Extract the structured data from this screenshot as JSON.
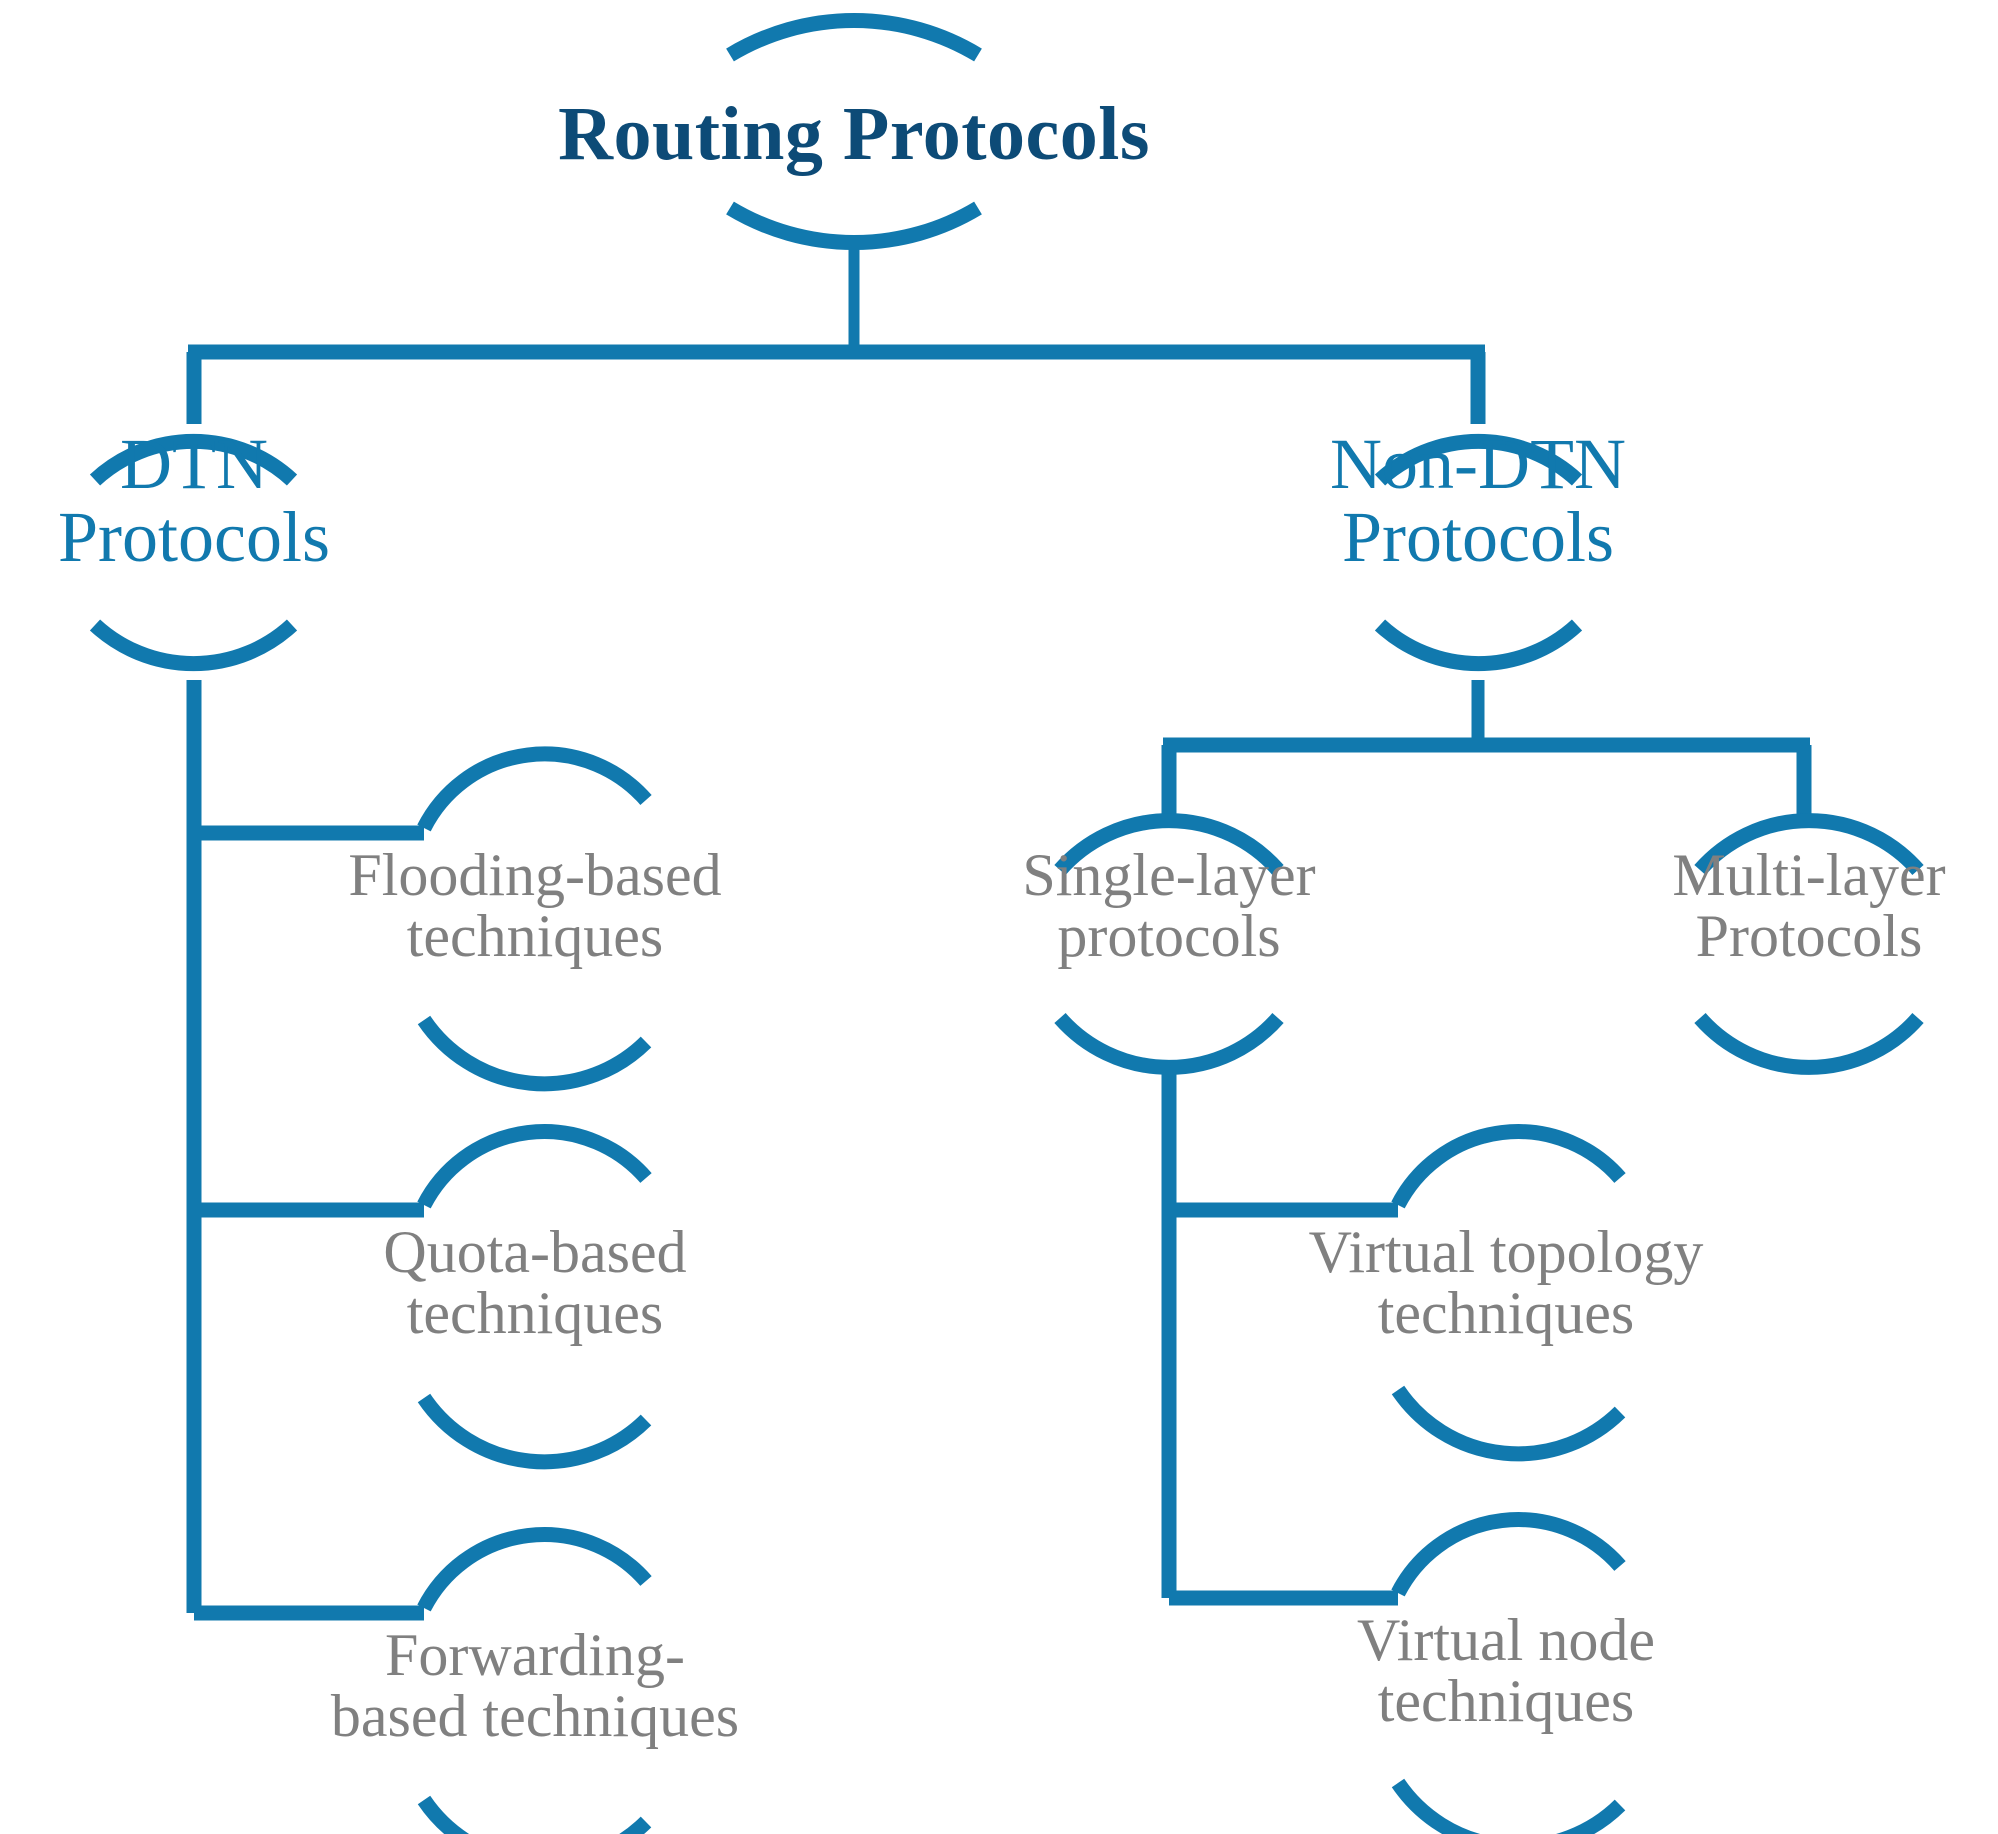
{
  "diagram": {
    "type": "tree-taxonomy",
    "title": "Routing Protocols",
    "colors": {
      "root_text": "#0d4b77",
      "level1_text": "#1179ae",
      "leaf_text": "#808080",
      "connector": "#1179ae",
      "arc": "#1179ae",
      "background": "#ffffff"
    },
    "root": {
      "label": "Routing Protocols",
      "line1": "Routing Protocols"
    },
    "branches": [
      {
        "id": "dtn",
        "label": "DTN\nProtocols",
        "line1": "DTN",
        "line2": "Protocols",
        "children": [
          {
            "id": "flooding",
            "label": "Flooding-based\ntechniques",
            "line1": "Flooding-based",
            "line2": "techniques"
          },
          {
            "id": "quota",
            "label": "Quota-based\ntechniques",
            "line1": "Quota-based",
            "line2": "techniques"
          },
          {
            "id": "forwarding",
            "label": "Forwarding-\nbased techniques",
            "line1": "Forwarding-",
            "line2": "based techniques"
          }
        ]
      },
      {
        "id": "non-dtn",
        "label": "Non-DTN\nProtocols",
        "line1": "Non-DTN",
        "line2": "Protocols",
        "children": [
          {
            "id": "single-layer",
            "label": "Single-layer\nprotocols",
            "line1": "Single-layer",
            "line2": "protocols",
            "children": [
              {
                "id": "virtual-topology",
                "label": "Virtual topology\ntechniques",
                "line1": "Virtual topology",
                "line2": "techniques"
              },
              {
                "id": "virtual-node",
                "label": "Virtual node\ntechniques",
                "line1": "Virtual node",
                "line2": "techniques"
              }
            ]
          },
          {
            "id": "multi-layer",
            "label": "Multi-layer\nProtocols",
            "line1": "Multi-layer",
            "line2": "Protocols"
          }
        ]
      }
    ]
  }
}
